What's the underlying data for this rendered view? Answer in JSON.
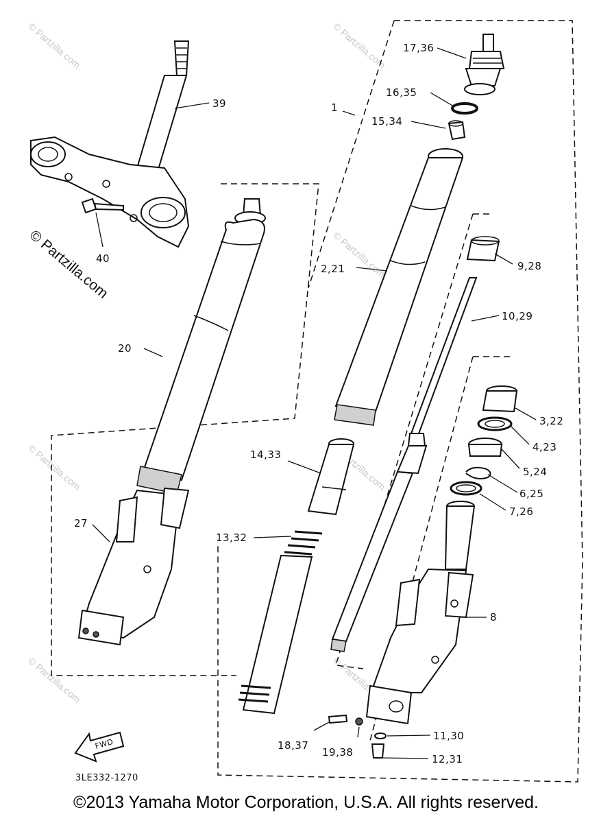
{
  "watermarks": {
    "main": "© Partzilla.com",
    "faint": "© Partzilla.com"
  },
  "callouts": {
    "c39": "39",
    "c40": "40",
    "c20": "20",
    "c27": "27",
    "c1": "1",
    "c17_36": "17,36",
    "c16_35": "16,35",
    "c15_34": "15,34",
    "c2_21": "2,21",
    "c9_28": "9,28",
    "c10_29": "10,29",
    "c3_22": "3,22",
    "c4_23": "4,23",
    "c5_24": "5,24",
    "c6_25": "6,25",
    "c7_26": "7,26",
    "c14_33": "14,33",
    "c13_32": "13,32",
    "c8": "8",
    "c11_30": "11,30",
    "c18_37": "18,37",
    "c19_38": "19,38",
    "c12_31": "12,31"
  },
  "fwd_label": "FWD",
  "diagram_code": "3LE332-1270",
  "copyright": "©2013 Yamaha Motor Corporation, U.S.A. All rights reserved."
}
